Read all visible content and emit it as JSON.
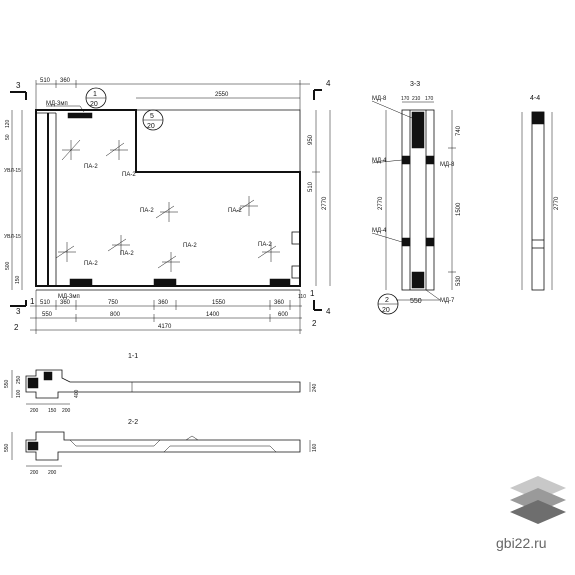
{
  "plan": {
    "dims_top": [
      "510",
      "360",
      "2550"
    ],
    "dims_bottom_1": [
      "510",
      "360",
      "750",
      "360",
      "1550",
      "360",
      "110"
    ],
    "dims_bottom_2": [
      "550",
      "800",
      "1400",
      "600"
    ],
    "dims_total": "4170",
    "dims_right": [
      "950",
      "510",
      "2770"
    ],
    "dims_left": [
      "50",
      "120",
      "500",
      "150"
    ],
    "detail_callouts": [
      "МД-3мп",
      "МД-3мп"
    ],
    "opening_labels": [
      "ПА-2",
      "ПА-2",
      "ПА-2",
      "ПА-2",
      "ПА-2",
      "ПА-2",
      "ПА-2",
      "ПА-2"
    ],
    "side_labels": [
      "УВЛ-15",
      "УВЛ-15"
    ],
    "section_marks": [
      "3",
      "3",
      "4",
      "4",
      "1",
      "1",
      "2",
      "2"
    ],
    "bubble_1": {
      "top": "1",
      "bottom": "20"
    },
    "bubble_2": {
      "top": "5",
      "bottom": "20"
    }
  },
  "section_33": {
    "title": "3-3",
    "labels": [
      "МД-8",
      "МД-4",
      "МД-4",
      "МД-8",
      "МД-7"
    ],
    "dims_top": [
      "170",
      "210",
      "170"
    ],
    "dims_bottom": "550",
    "dims_left": "2770",
    "dims_right": [
      "740",
      "1500",
      "530"
    ],
    "bubble": {
      "top": "2",
      "bottom": "20"
    }
  },
  "section_44": {
    "title": "4-4",
    "dims_right": "2770"
  },
  "section_11": {
    "title": "1-1",
    "dims": [
      "550",
      "200",
      "150",
      "100",
      "250",
      "200",
      "400",
      "240"
    ]
  },
  "section_22": {
    "title": "2-2",
    "dims": [
      "550",
      "200",
      "200",
      "160"
    ]
  },
  "watermark": {
    "text": "gbi22.ru",
    "colors": {
      "top": "#c8c8c8",
      "mid": "#9a9a9a",
      "bottom": "#6e6e6e"
    }
  }
}
